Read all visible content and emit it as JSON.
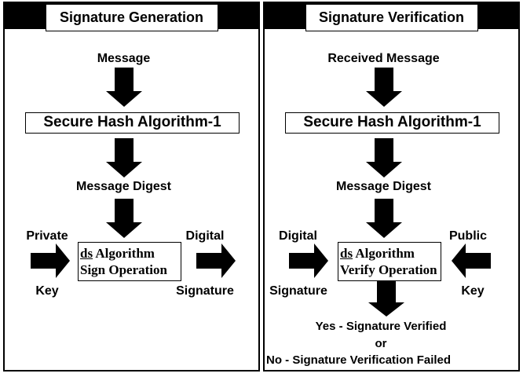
{
  "colors": {
    "ink": "#000000",
    "paper": "#ffffff"
  },
  "generation": {
    "title": "Signature Generation",
    "input": "Message",
    "hash_box": "Secure Hash Algorithm-1",
    "digest": "Message Digest",
    "algo_box": {
      "ds": "ds",
      "line1_rest": " Algorithm",
      "line2": "Sign Operation"
    },
    "private_key": {
      "top": "Private",
      "bottom": "Key"
    },
    "output": {
      "top": "Digital",
      "bottom": "Signature"
    }
  },
  "verification": {
    "title": "Signature Verification",
    "input": "Received Message",
    "hash_box": "Secure Hash Algorithm-1",
    "digest": "Message Digest",
    "algo_box": {
      "ds": "ds",
      "line1_rest": " Algorithm",
      "line2": "Verify Operation"
    },
    "signature_input": {
      "top": "Digital",
      "bottom": "Signature"
    },
    "public_key": {
      "top": "Public",
      "bottom": "Key"
    },
    "results": {
      "yes": "Yes - Signature Verified",
      "or": "or",
      "no": "No - Signature Verification Failed"
    }
  }
}
